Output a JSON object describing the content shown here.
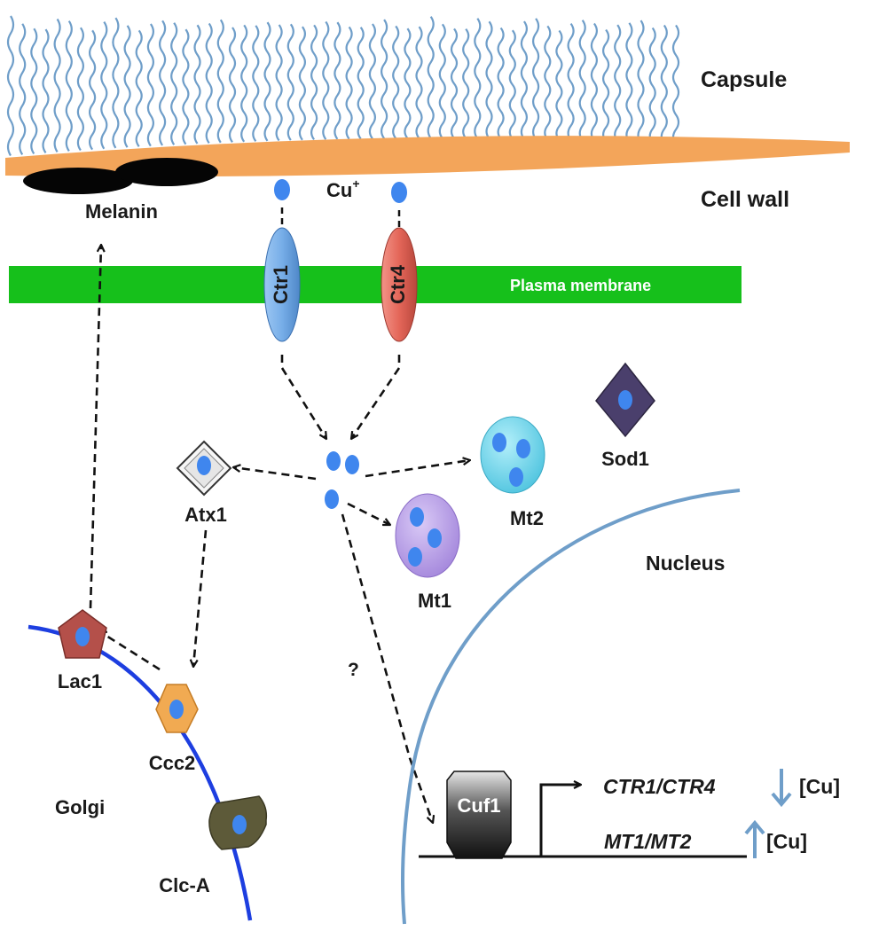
{
  "labels": {
    "capsule": "Capsule",
    "cell_wall": "Cell wall",
    "melanin": "Melanin",
    "copper_ion": "Cu",
    "copper_charge": "+",
    "plasma_membrane": "Plasma membrane",
    "ctr1": "Ctr1",
    "ctr4": "Ctr4",
    "sod1": "Sod1",
    "atx1": "Atx1",
    "mt1": "Mt1",
    "mt2": "Mt2",
    "nucleus": "Nucleus",
    "unknown": "?",
    "lac1": "Lac1",
    "ccc2": "Ccc2",
    "golgi": "Golgi",
    "clc_a": "Clc-A",
    "cuf1": "Cuf1",
    "gene_ctr": "CTR1/CTR4",
    "gene_mt": "MT1/MT2",
    "cu_bracket_1": "[Cu]",
    "cu_bracket_2": "[Cu]"
  },
  "colors": {
    "capsule": "#6f9ec9",
    "cell_wall": "#f3a55a",
    "membrane": "#16c01b",
    "copper": "#3f86ee",
    "ctr1": "#77aee8",
    "ctr4": "#e46659",
    "nucleus": "#6f9ec9",
    "golgi": "#1d3ee0",
    "mt1": "#b79de8",
    "mt2": "#74d6ec",
    "sod1": "#4a3f6c",
    "lac1": "#b4504a",
    "ccc2": "#f1aa52",
    "clc_a": "#5d5a39",
    "cuf1": "#222222",
    "arrow": "#6f9ec9"
  },
  "arrows": {
    "ctr_genes": "down",
    "mt_genes": "up"
  }
}
